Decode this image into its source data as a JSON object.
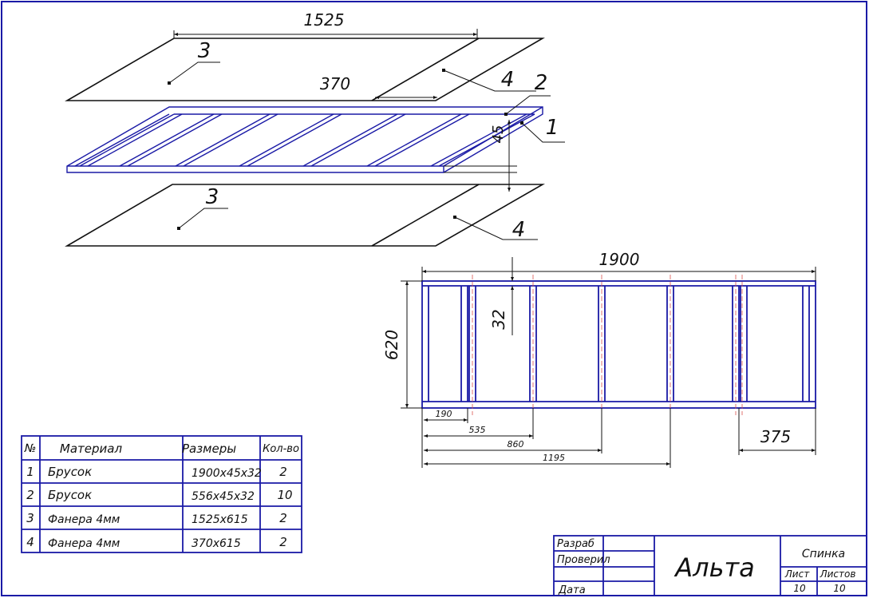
{
  "drawing": {
    "dimensions": {
      "top_width": "1525",
      "panel_width": "370",
      "frame_height": "45",
      "front_length": "1900",
      "front_height": "620",
      "rail_thickness": "32",
      "d190": "190",
      "d535": "535",
      "d860": "860",
      "d1195": "1195",
      "d375": "375"
    },
    "callouts": {
      "top_sheet": "3",
      "top_panel": "4",
      "bar_short": "2",
      "bar_long": "1",
      "bottom_sheet": "3",
      "bottom_panel": "4"
    }
  },
  "materials_table": {
    "headers": [
      "№",
      "Материал",
      "Размеры",
      "Кол-во"
    ],
    "rows": [
      {
        "num": "1",
        "material": "Брусок",
        "size": "1900x45x32",
        "qty": "2"
      },
      {
        "num": "2",
        "material": "Брусок",
        "size": "556x45x32",
        "qty": "10"
      },
      {
        "num": "3",
        "material": "Фанера 4мм",
        "size": "1525x615",
        "qty": "2"
      },
      {
        "num": "4",
        "material": "Фанера 4мм",
        "size": "370x615",
        "qty": "2"
      }
    ]
  },
  "title_block": {
    "developed": "Разраб",
    "checked": "Проверил",
    "date": "Дата",
    "name": "Альта",
    "part": "Спинка",
    "sheet_label": "Лист",
    "sheets_label": "Листов",
    "sheet": "10",
    "sheets": "10"
  }
}
